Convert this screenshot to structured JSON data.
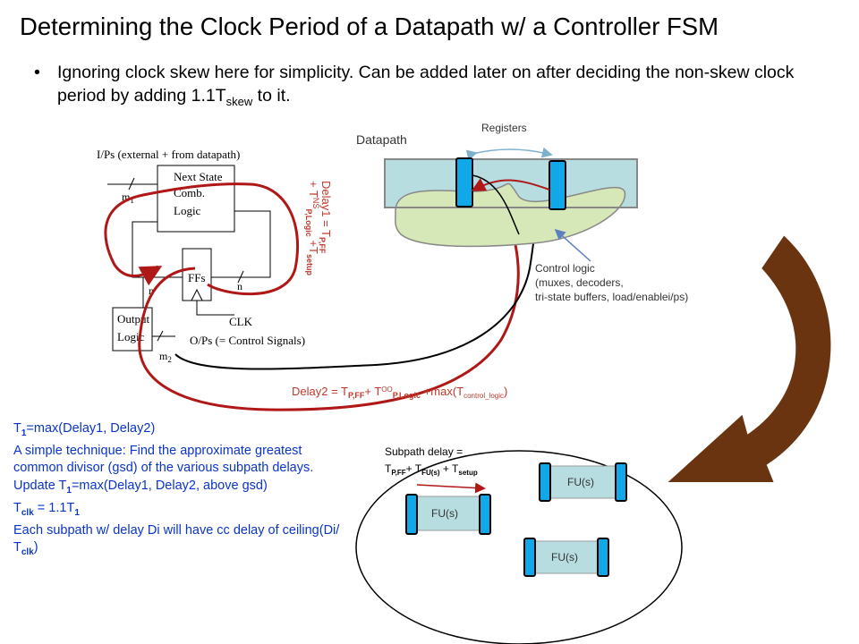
{
  "title": "Determining the Clock Period of a Datapath w/ a Controller FSM",
  "bullet": {
    "symbol": "•",
    "text_before": "Ignoring clock skew here for simplicity. Can be added later on after deciding the non-skew clock period by adding 1.1T",
    "sub": "skew",
    "text_after": " to it."
  },
  "fsm": {
    "inputs_label": "I/Ps (external + from datapath)",
    "next_state_label": [
      "Next State",
      "Comb.",
      "Logic"
    ],
    "ffs_label": "FFs",
    "output_logic_label": [
      "Output",
      "Logic"
    ],
    "clk_label": "CLK",
    "outputs_label": "O/Ps (= Control Signals)",
    "m1": "m",
    "m1_sub": "1",
    "m2": "m",
    "m2_sub": "2",
    "n_left": "n",
    "n_right": "n"
  },
  "delay1": {
    "line1": "Delay1 = T",
    "line1_sub": "P,FF",
    "line2": "+ T",
    "line2_sup": "NS",
    "line2_sub": "P,Logic",
    "line2_tail": " +T",
    "line2_tail_sub": "setup"
  },
  "delay2": {
    "a": "Delay2 = T",
    "a_sub": "P,FF",
    "b": "+ T",
    "b_sup": "OO",
    "b_sub": "P,Logic",
    "c": " +max(T",
    "c_sub": "control_logic",
    "d": ")"
  },
  "datapath": {
    "label": "Datapath",
    "registers_label": "Registers",
    "control_logic_label": [
      "Control logic",
      "(muxes, decoders,",
      "tri-state buffers,  load/enablei/ps)"
    ]
  },
  "subpath": {
    "line1": "Subpath delay =",
    "t1": "T",
    "t1_sub": "P,FF",
    "t2": "+ T",
    "t2_sub": "FU(s)",
    "t3": " + T",
    "t3_sub": "setup",
    "fu_labels": [
      "FU(s)",
      "FU(s)",
      "FU(s)"
    ]
  },
  "notes": {
    "l1_a": "T",
    "l1_sub": "1",
    "l1_b": "=max(Delay1, Delay2)",
    "l2": "A simple technique: Find the approximate greatest common divisor (gsd) of the various subpath delays.",
    "l3_a": "Update T",
    "l3_sub": "1",
    "l3_b": "=max(Delay1, Delay2, above gsd)",
    "l4_a": "T",
    "l4_sub": "clk",
    "l4_b": " = 1.1T",
    "l4_sub2": "1",
    "l5": "Each subpath w/ delay Di will have cc delay of ceiling(Di/ T",
    "l5_sub": "clk",
    "l5_end": ")"
  },
  "colors": {
    "red": "#b01818",
    "label_red": "#c0392b",
    "blue_text": "#0a35c8",
    "register_fill": "#10a8e8",
    "datapath_fill": "#b7dde1",
    "control_fill": "#d7e8b8",
    "arrow_brown": "#6b3410",
    "fu_fill": "#b7dde1"
  }
}
